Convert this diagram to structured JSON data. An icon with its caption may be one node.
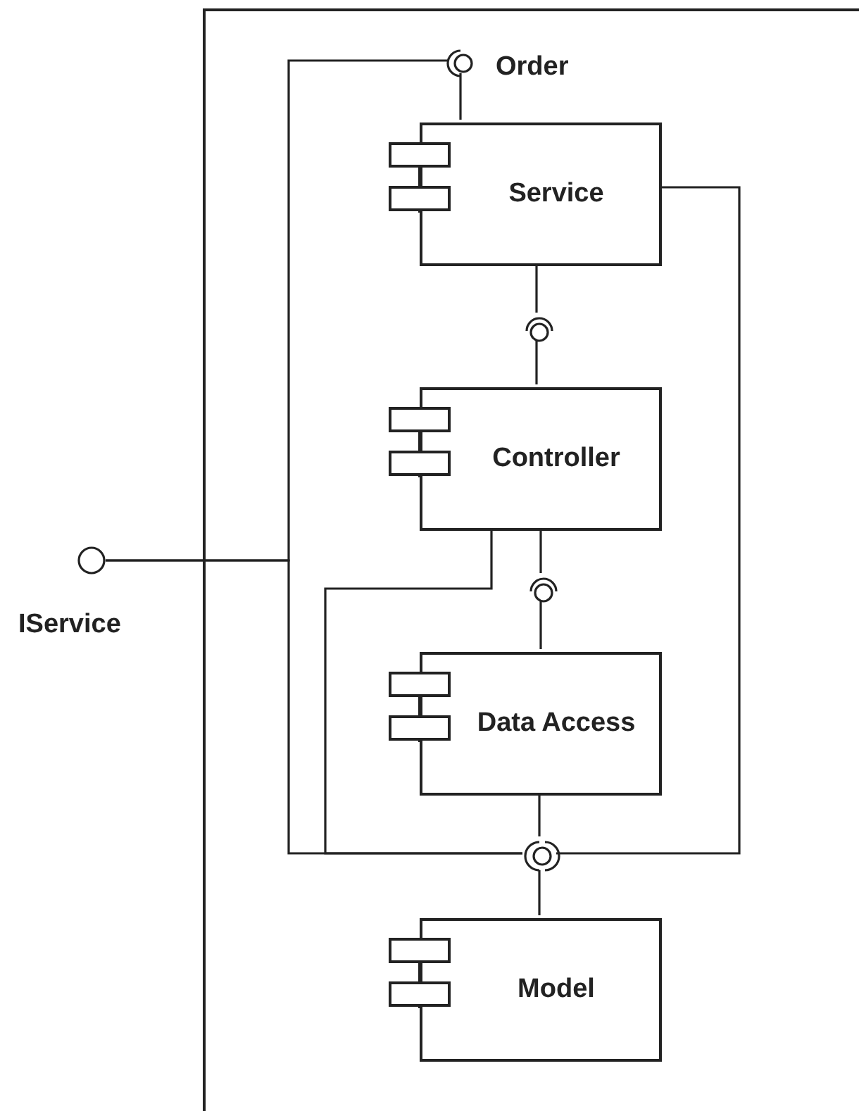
{
  "diagram": {
    "nodes": [
      {
        "text": [],
        "shape": "box"
      },
      {
        "text": [],
        "shape": "circle",
        "beside": [
          "Order"
        ],
        "in": 0
      },
      {
        "text": [
          "Service"
        ],
        "in": 0
      },
      {
        "text": [],
        "shape": "circle",
        "in": 0
      },
      {
        "text": [
          "Controller"
        ],
        "in": 0
      },
      {
        "text": [],
        "shape": "circle",
        "in": 0
      },
      {
        "text": [
          "Data Access"
        ],
        "in": 0
      },
      {
        "text": [],
        "shape": "circle",
        "in": 0
      },
      {
        "text": [
          "Model"
        ],
        "in": 0
      },
      {
        "text": [],
        "shape": "circle",
        "beside": [
          "IService"
        ]
      }
    ],
    "edges": [
      {
        "from": 1,
        "to": 2,
        "arrow": "none"
      },
      {
        "from": 2,
        "to": 3,
        "arrow": "none"
      },
      {
        "from": 3,
        "to": 4,
        "arrow": "none"
      },
      {
        "from": 4,
        "to": 5,
        "arrow": "none"
      },
      {
        "from": 5,
        "to": 6,
        "arrow": "none"
      },
      {
        "from": 6,
        "to": 7,
        "arrow": "none"
      },
      {
        "from": 7,
        "to": 8,
        "arrow": "none"
      },
      {
        "from": 2,
        "to": 7,
        "arrow": "none"
      },
      {
        "from": 4,
        "to": 7,
        "arrow": "none"
      },
      {
        "from": 9,
        "to": 1,
        "arrow": "none"
      },
      {
        "from": 9,
        "to": 7,
        "arrow": "none"
      }
    ]
  }
}
